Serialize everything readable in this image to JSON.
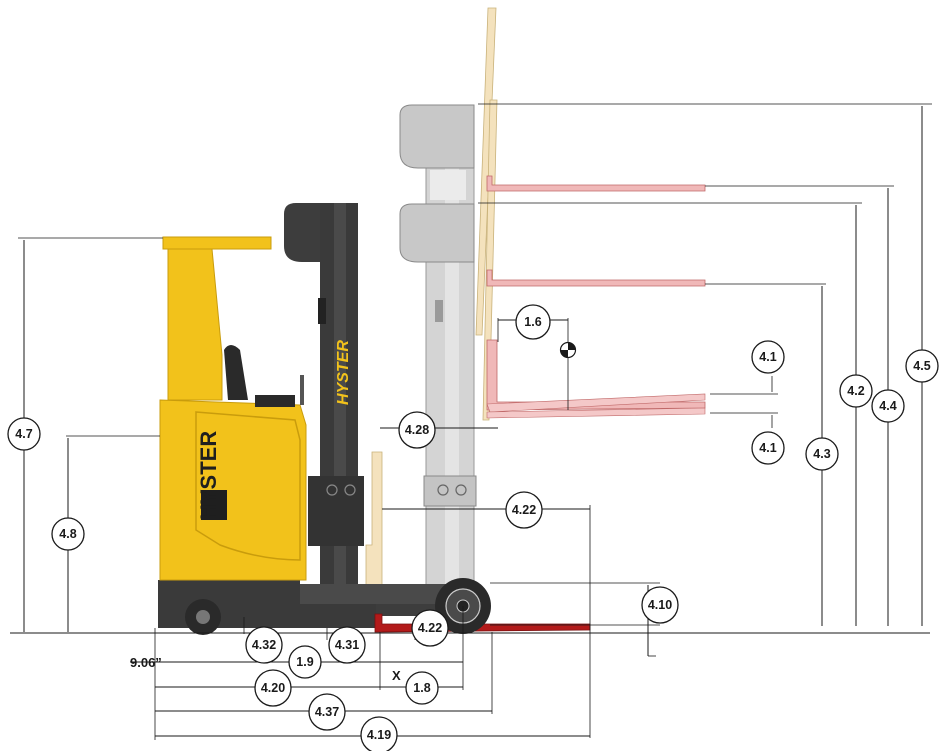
{
  "diagram": {
    "brand": "HYSTER",
    "labels": {
      "d_1_6": "1.6",
      "d_4_1_top": "4.1",
      "d_4_1_bottom": "4.1",
      "d_4_28": "4.28",
      "d_4_22_upper": "4.22",
      "d_4_22_lower": "4.22",
      "d_4_10": "4.10",
      "d_4_3": "4.3",
      "d_4_2": "4.2",
      "d_4_4": "4.4",
      "d_4_5": "4.5",
      "d_4_7": "4.7",
      "d_4_8": "4.8",
      "d_4_32": "4.32",
      "d_4_31": "4.31",
      "d_1_9": "1.9",
      "d_1_8": "1.8",
      "d_4_20": "4.20",
      "d_4_37": "4.37",
      "d_4_19": "4.19",
      "offset": "9.06”",
      "x": "X"
    },
    "colors": {
      "body_yellow": "#f2c21b",
      "body_yellow_dark": "#c99c0c",
      "chassis_dark": "#3a3a3a",
      "mast_dark": "#3d3d3d",
      "mast_light": "#d6d6d6",
      "fork_red": "#b31a1a",
      "fork_pink": "#f0b8b8",
      "backrest_tan": "#f4e2bd"
    }
  }
}
